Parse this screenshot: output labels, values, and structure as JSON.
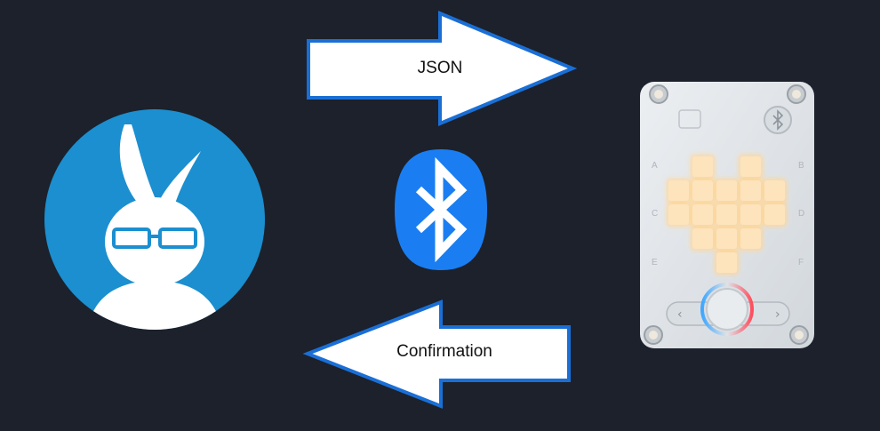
{
  "diagram": {
    "outgoing_arrow": {
      "label": "JSON"
    },
    "incoming_arrow": {
      "label": "Confirmation"
    },
    "left_node": {
      "icon": "rabbit-avatar-icon"
    },
    "center_node": {
      "icon": "bluetooth-icon"
    },
    "right_node": {
      "icon": "led-matrix-device",
      "side_markers": [
        "A",
        "B",
        "C",
        "D",
        "E",
        "F"
      ]
    }
  },
  "colors": {
    "background": "#1c212b",
    "avatar_circle": "#1b8fd0",
    "bluetooth": "#1a7ef2",
    "arrow_fill": "#ffffff",
    "arrow_stroke": "#1a6fd6",
    "led_on": "#fde4bd",
    "device_body": "#e2e6ea"
  }
}
